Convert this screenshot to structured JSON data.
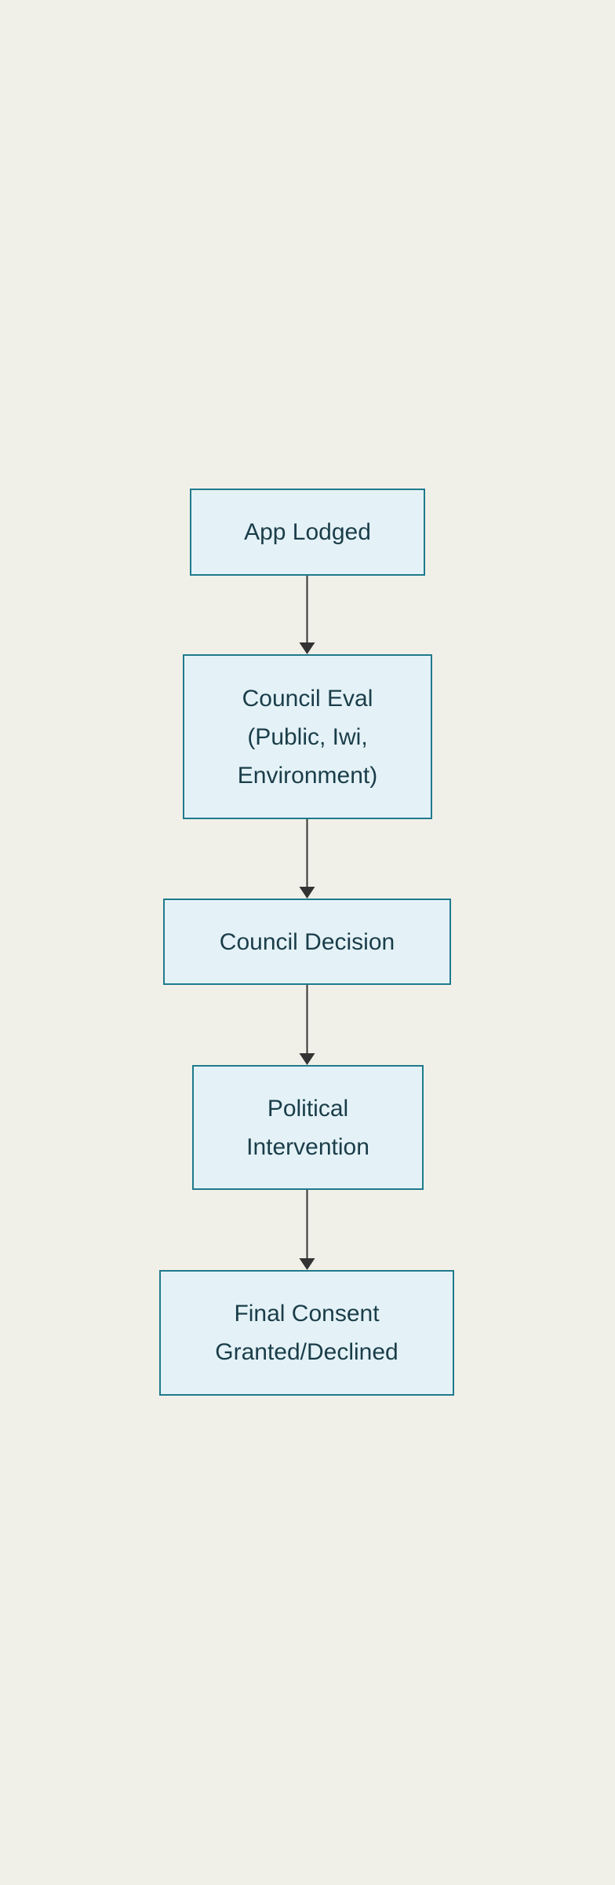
{
  "diagram": {
    "type": "flowchart",
    "direction": "top-down",
    "colors": {
      "background": "#f1f0e8",
      "node_fill": "#e4f2f7",
      "node_border": "#1f7a8c",
      "node_text": "#1a3d49",
      "arrow": "#333333"
    },
    "nodes": [
      {
        "id": "app-lodged",
        "label": "App Lodged",
        "lines": [
          "App Lodged"
        ]
      },
      {
        "id": "council-eval",
        "label": "Council Eval (Public, Iwi, Environment)",
        "lines": [
          "Council Eval",
          "(Public, Iwi,",
          "Environment)"
        ]
      },
      {
        "id": "council-decision",
        "label": "Council Decision",
        "lines": [
          "Council Decision"
        ]
      },
      {
        "id": "political-intervention",
        "label": "Political Intervention",
        "lines": [
          "Political",
          "Intervention"
        ]
      },
      {
        "id": "final-consent",
        "label": "Final Consent Granted/Declined",
        "lines": [
          "Final Consent",
          "Granted/Declined"
        ]
      }
    ],
    "edges": [
      {
        "from": "app-lodged",
        "to": "council-eval"
      },
      {
        "from": "council-eval",
        "to": "council-decision"
      },
      {
        "from": "council-decision",
        "to": "political-intervention"
      },
      {
        "from": "political-intervention",
        "to": "final-consent"
      }
    ]
  }
}
